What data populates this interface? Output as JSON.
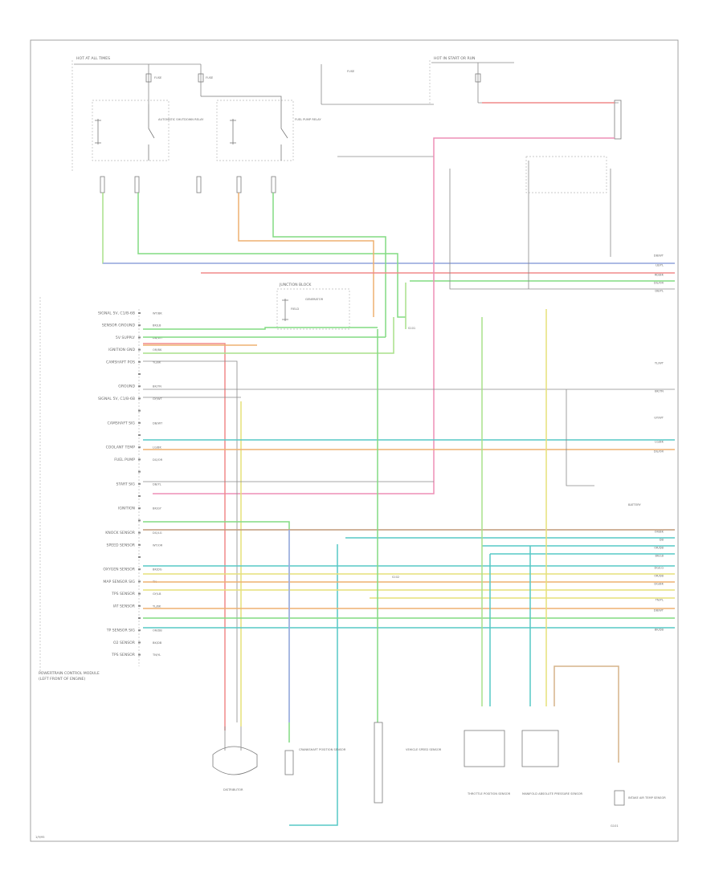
{
  "colors": {
    "red": "#f08a8a",
    "pink": "#ee8fb6",
    "green": "#82dc82",
    "lightgreen": "#a9e08a",
    "blue": "#9fa8ee",
    "orange": "#eeb070",
    "yellow": "#e6e07a",
    "tan": "#d6b48a",
    "teal": "#57c8c6",
    "brown": "#c09a78",
    "gray": "#9a9a9a",
    "black": "#555555"
  },
  "labels": {
    "fuse_box_top": "HOT AT ALL TIMES",
    "fuse_left": "FUSE",
    "fuse_left_2": "FUSE",
    "relay_left": "AUTOMATIC SHUTDOWN RELAY",
    "relay_mid": "FUEL PUMP RELAY",
    "fuse_center_top": "FUSE",
    "fuse_right_top": "HOT IN START OR RUN",
    "junction_block": "JUNCTION BLOCK",
    "generator": "GENERATOR",
    "generator_sub": "FIELD",
    "splice_1": "S101",
    "splice_2": "S102",
    "distributor": "DISTRIBUTOR",
    "crank_sensor": "CRANKSHAFT POSITION SENSOR",
    "vehicle_speed": "VEHICLE SPEED SENSOR",
    "tps": "THROTTLE POSITION SENSOR",
    "map_sensor": "MANIFOLD ABSOLUTE PRESSURE SENSOR",
    "iat": "INTAKE AIR TEMP SENSOR",
    "ecm": "POWERTRAIN CONTROL MODULE",
    "ecm_sub": "(LEFT FRONT OF ENGINE)",
    "battery": "BATTERY",
    "ground": "G101",
    "page_id": "1/9/95"
  },
  "ecm_left_labels": [
    "SIGNAL 5V, C1/B-6B",
    "SENSOR GROUND",
    "5V SUPPLY",
    "IGNITION GND",
    "CAMSHAFT POS",
    "",
    "GROUND",
    "SIGNAL 5V, C1/B-6B",
    "",
    "CAMSHAFT SIG",
    "",
    "COOLANT TEMP",
    "FUEL PUMP",
    "",
    "START SIG",
    "",
    "IGNITION",
    "",
    "KNOCK SENSOR",
    "SPEED SENSOR",
    "",
    "OXYGEN SENSOR",
    "MAP SENSOR SIG",
    "TPS SENSOR",
    "IAT SENSOR",
    "",
    "TP SENSOR SIG",
    "O2 SENSOR",
    "TPS SENSOR"
  ],
  "wire_codes_left": [
    "WT/BK",
    "BK/LB",
    "DB/WT",
    "OR/BK",
    "YL/BK",
    "",
    "BK/TN",
    "GY/WT",
    "",
    "DB/WT",
    "",
    "LG/BK",
    "DG/OR",
    "",
    "DB/YL",
    "",
    "BK/GY",
    "",
    "DG/LG",
    "WT/OR",
    "",
    "BK/DG",
    "TN",
    "GY/LB",
    "YL/BK",
    "",
    "OR/DB",
    "BK/DB",
    "TN/YL"
  ],
  "wire_codes_right": [
    "DB/WT",
    "LB/YL",
    "RD/BK",
    "DG/OR",
    "DB/YL",
    "YL/WT",
    "BK/TN",
    "GY/WT",
    "LG/BK",
    "DG/OR",
    "OR/BK",
    "DB",
    "OR/DB",
    "BK/LB",
    "DG/LG",
    "OR/DB",
    "DG/BK",
    "TN/YL",
    "DB/WT",
    "BK/DB"
  ]
}
